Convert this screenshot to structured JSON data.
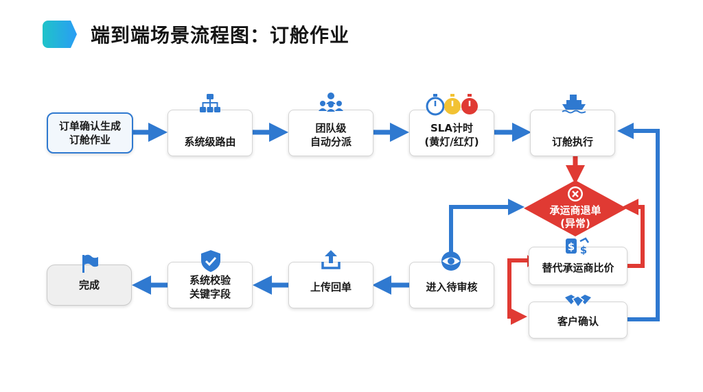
{
  "title": "端到端场景流程图：订舱作业",
  "nodes": {
    "order_confirm": {
      "line1": "订单确认生成",
      "line2": "订舱作业"
    },
    "system_routing": {
      "line1": "系统级路由"
    },
    "team_dispatch": {
      "line1": "团队级",
      "line2": "自动分派"
    },
    "sla_timer": {
      "line1": "SLA计时",
      "line2": "(黄灯/红灯)"
    },
    "booking_exec": {
      "line1": "订舱执行"
    },
    "carrier_return": {
      "line1": "承运商退单",
      "line2": "(异常)"
    },
    "alt_carrier": {
      "line1": "替代承运商比价"
    },
    "customer_confirm": {
      "line1": "客户确认"
    },
    "pending_review": {
      "line1": "进入待审核"
    },
    "upload_receipt": {
      "line1": "上传回单"
    },
    "validate_fields": {
      "line1": "系统校验",
      "line2": "关键字段"
    },
    "complete": {
      "line1": "完成"
    }
  },
  "icons": {
    "system_routing": "hierarchy-icon",
    "team_dispatch": "team-icon",
    "sla_timer": "stopwatch-icon",
    "booking_exec": "ship-icon",
    "carrier_return": "close-circle-icon",
    "alt_carrier": "price-compare-icon",
    "customer_confirm": "handshake-icon",
    "pending_review": "eye-icon",
    "upload_receipt": "upload-icon",
    "validate_fields": "shield-check-icon",
    "complete": "flag-icon"
  },
  "colors": {
    "flow_arrow": "#2f79d0",
    "exception": "#e03a33",
    "sla_yellow": "#f2c233",
    "title_accent_start": "#1fc3c9",
    "title_accent_end": "#2a9df4"
  }
}
